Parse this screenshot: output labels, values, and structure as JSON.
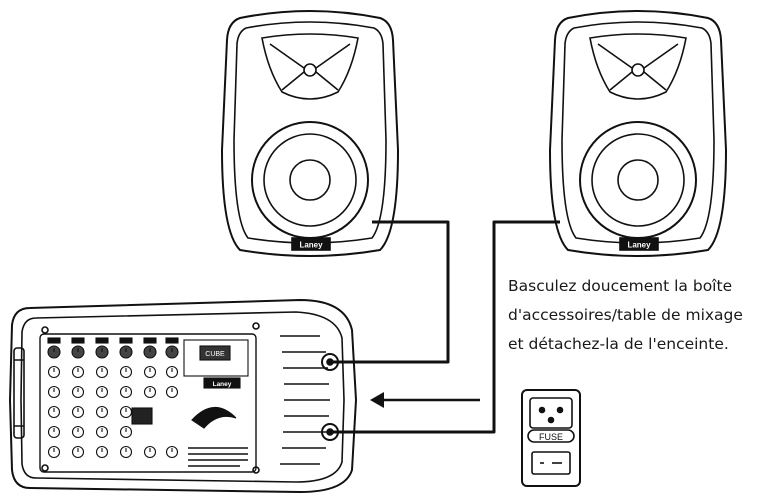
{
  "speakers": {
    "left_brand": "Laney",
    "right_brand": "Laney"
  },
  "mixer": {
    "panel_brand": "Laney",
    "display_label": "CUBE"
  },
  "fuse_panel": {
    "fuse_label": "FUSE"
  },
  "caption": {
    "line1": "Basculez doucement la boîte",
    "line2": "d'accessoires/table de mixage",
    "line3": "et détachez-la de l'enceinte."
  }
}
